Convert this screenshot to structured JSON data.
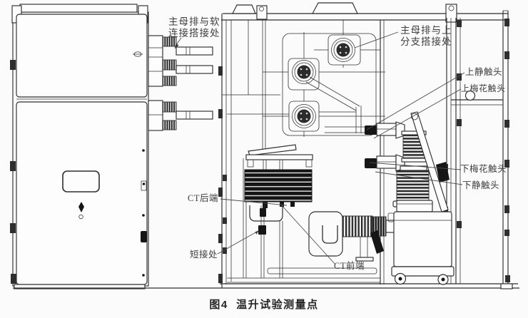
{
  "figure": {
    "caption": "图4  温升试验测量点",
    "background": "#fbfbfb",
    "line_color": "#2e2e2e",
    "label_color": "#3d3d3d"
  },
  "labels": {
    "main_busbar_soft_line1": "主母排与软",
    "main_busbar_soft_line2": "连接搭接处",
    "main_busbar_branch_line1": "主母排与上",
    "main_busbar_branch_line2": "分支搭接处",
    "upper_static_contact": "上静触头",
    "upper_plum_contact": "上梅花触头",
    "lower_plum_contact": "下梅花触头",
    "lower_static_contact": "下静触头",
    "ct_rear": "CT后端",
    "short_circuit_joint": "短接处",
    "ct_front": "CT前端"
  }
}
